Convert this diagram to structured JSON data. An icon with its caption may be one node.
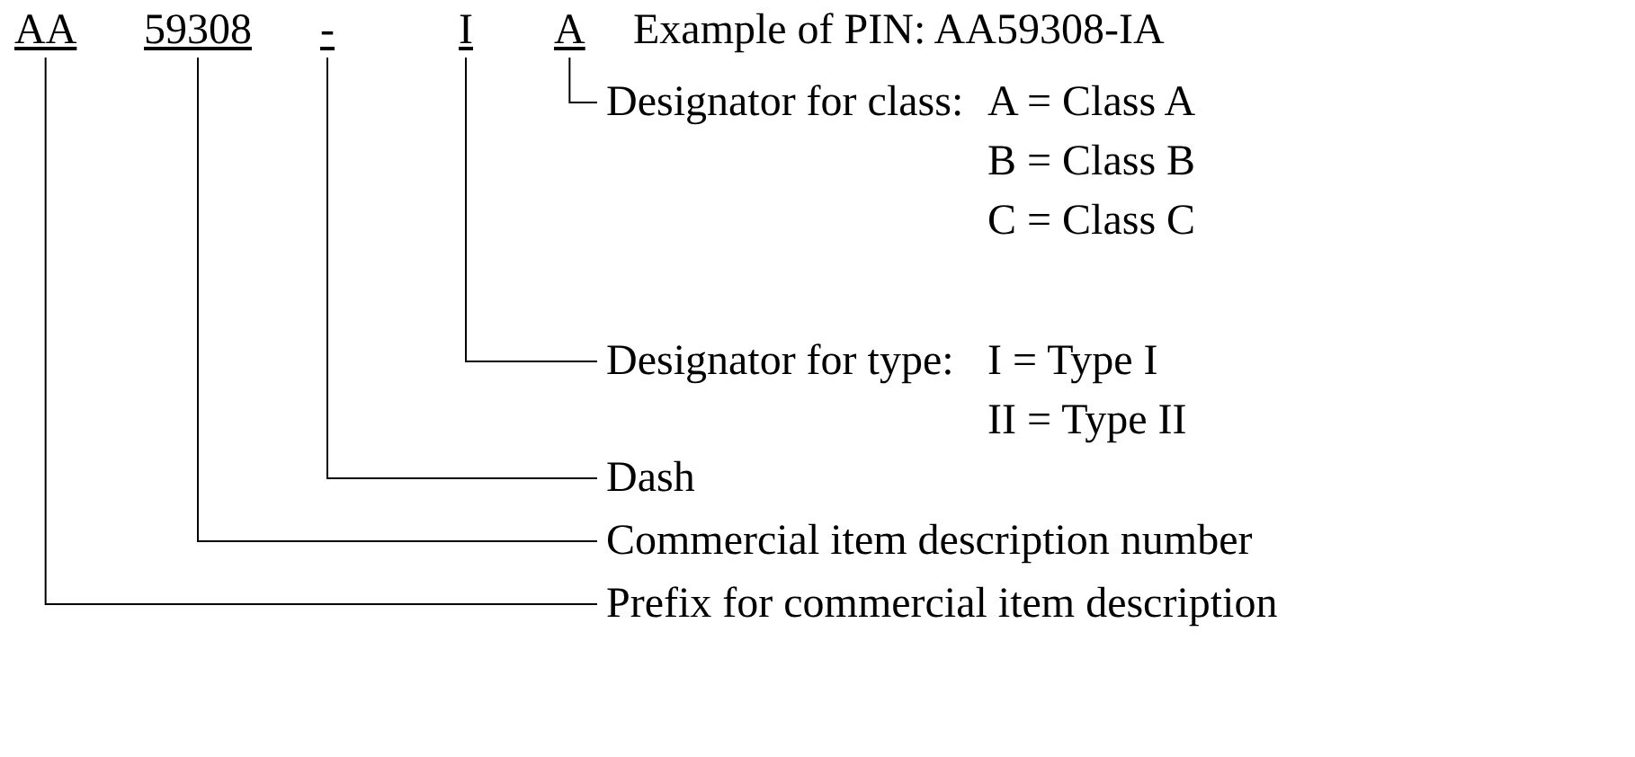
{
  "diagram": {
    "nodes": [
      {
        "text": [
          "AA"
        ]
      },
      {
        "text": [
          "59308"
        ]
      },
      {
        "text": [
          "-"
        ]
      },
      {
        "text": [
          "I"
        ]
      },
      {
        "text": [
          "A"
        ]
      },
      {
        "text": [
          "Designator for class:",
          "A = Class A",
          "B = Class B",
          "C = Class C"
        ]
      },
      {
        "text": [
          "Designator for type:",
          "I = Type I",
          "II = Type II"
        ]
      },
      {
        "text": [
          "Dash"
        ]
      },
      {
        "text": [
          "Commercial item description number"
        ]
      },
      {
        "text": [
          "Prefix for commercial item description"
        ]
      }
    ],
    "edges": [
      {
        "from": 4,
        "to": 5,
        "arrow": "none"
      },
      {
        "from": 3,
        "to": 6,
        "arrow": "none"
      },
      {
        "from": 2,
        "to": 7,
        "arrow": "none"
      },
      {
        "from": 1,
        "to": 8,
        "arrow": "none"
      },
      {
        "from": 0,
        "to": 9,
        "arrow": "none"
      }
    ],
    "labels": [
      "Example of PIN: AA59308-IA"
    ]
  }
}
